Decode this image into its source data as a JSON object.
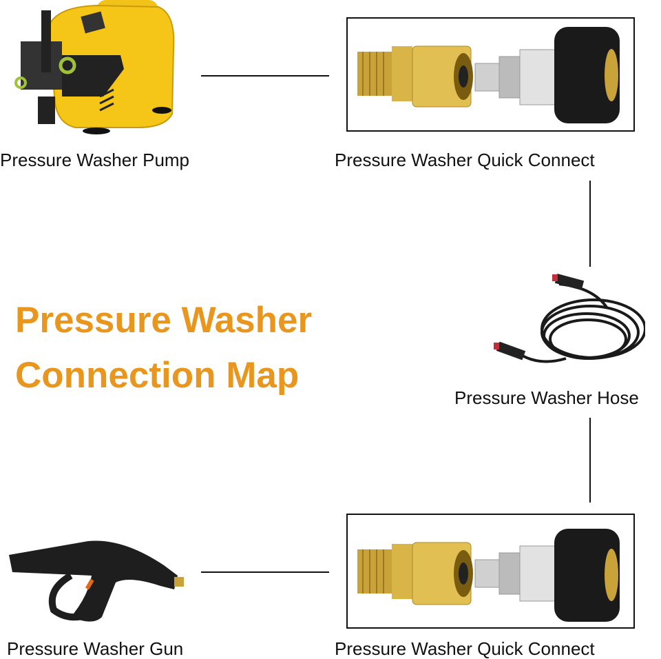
{
  "title": {
    "line1": "Pressure Washer",
    "line2": "Connection Map",
    "color": "#E8961E"
  },
  "nodes": {
    "pump": {
      "label": "Pressure Washer Pump"
    },
    "quick_connect_top": {
      "label": "Pressure Washer Quick Connect"
    },
    "hose": {
      "label": "Pressure Washer Hose"
    },
    "quick_connect_bottom": {
      "label": "Pressure Washer Quick Connect"
    },
    "gun": {
      "label": "Pressure Washer Gun"
    }
  }
}
